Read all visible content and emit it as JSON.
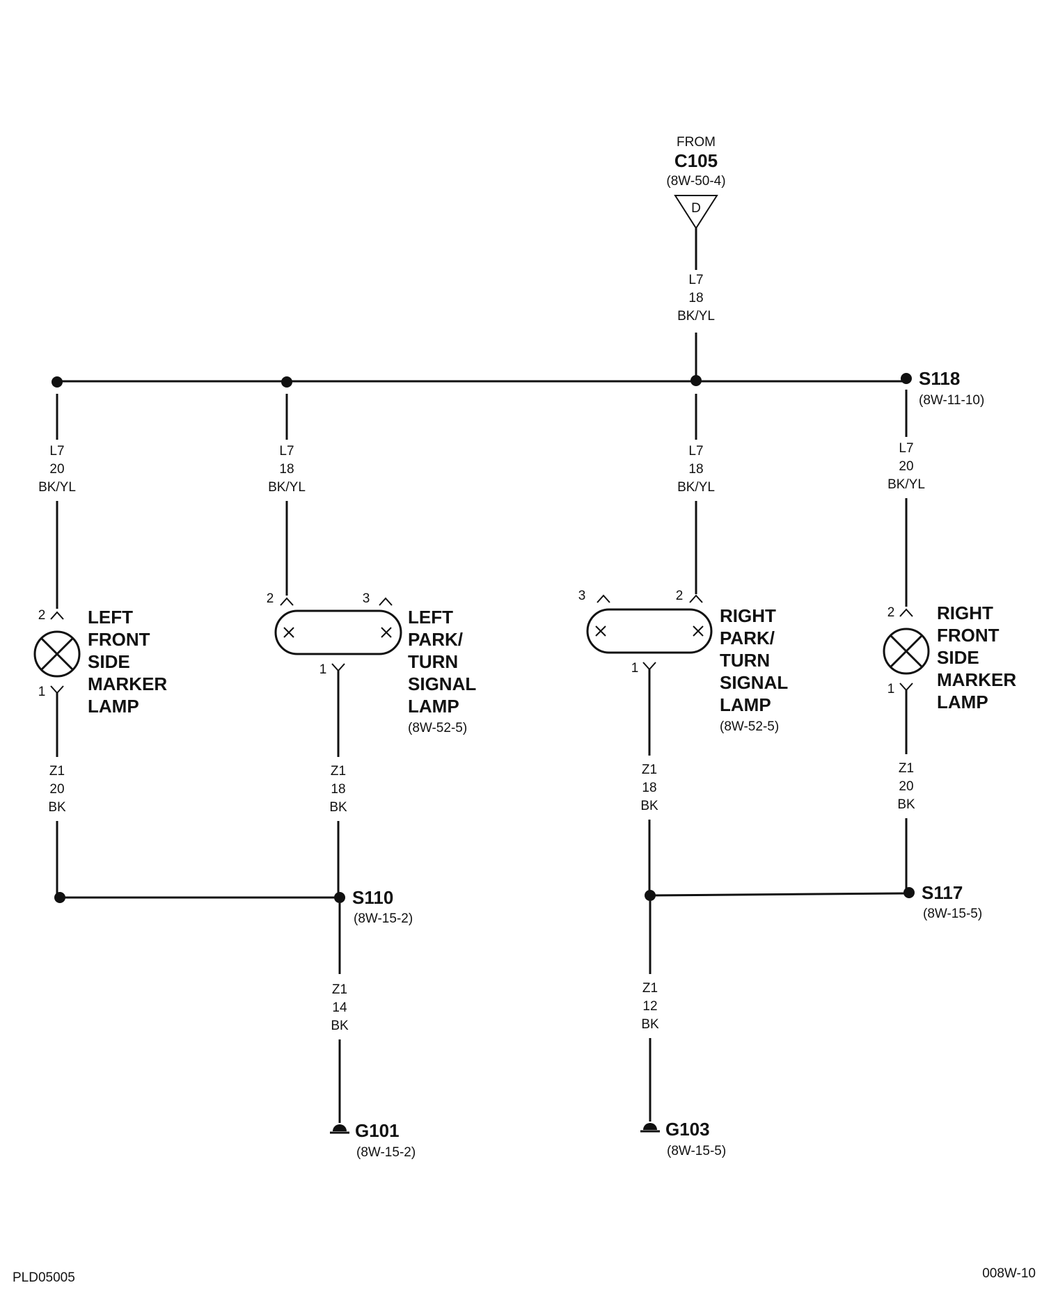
{
  "source": {
    "from": "FROM",
    "connector": "C105",
    "ref": "(8W-50-4)",
    "symbol": "D"
  },
  "wires": {
    "feed": {
      "circuit": "L7",
      "gauge": "18",
      "color": "BK/YL"
    },
    "lf_marker": {
      "circuit": "L7",
      "gauge": "20",
      "color": "BK/YL"
    },
    "lf_park": {
      "circuit": "L7",
      "gauge": "18",
      "color": "BK/YL"
    },
    "rf_park": {
      "circuit": "L7",
      "gauge": "18",
      "color": "BK/YL"
    },
    "rf_marker": {
      "circuit": "L7",
      "gauge": "20",
      "color": "BK/YL"
    },
    "lf_marker_gnd": {
      "circuit": "Z1",
      "gauge": "20",
      "color": "BK"
    },
    "lf_park_gnd": {
      "circuit": "Z1",
      "gauge": "18",
      "color": "BK"
    },
    "rf_park_gnd": {
      "circuit": "Z1",
      "gauge": "18",
      "color": "BK"
    },
    "rf_marker_gnd": {
      "circuit": "Z1",
      "gauge": "20",
      "color": "BK"
    },
    "g101_wire": {
      "circuit": "Z1",
      "gauge": "14",
      "color": "BK"
    },
    "g103_wire": {
      "circuit": "Z1",
      "gauge": "12",
      "color": "BK"
    }
  },
  "splices": {
    "s118": {
      "name": "S118",
      "ref": "(8W-11-10)"
    },
    "s110": {
      "name": "S110",
      "ref": "(8W-15-2)"
    },
    "s117": {
      "name": "S117",
      "ref": "(8W-15-5)"
    }
  },
  "grounds": {
    "g101": {
      "name": "G101",
      "ref": "(8W-15-2)"
    },
    "g103": {
      "name": "G103",
      "ref": "(8W-15-5)"
    }
  },
  "components": {
    "left_marker": {
      "lines": [
        "LEFT",
        "FRONT",
        "SIDE",
        "MARKER",
        "LAMP"
      ],
      "pin_top": "2",
      "pin_bottom": "1"
    },
    "left_park": {
      "lines": [
        "LEFT",
        "PARK/",
        "TURN",
        "SIGNAL",
        "LAMP"
      ],
      "ref": "(8W-52-5)",
      "pin_a": "2",
      "pin_b": "3",
      "pin_bottom": "1"
    },
    "right_park": {
      "lines": [
        "RIGHT",
        "PARK/",
        "TURN",
        "SIGNAL",
        "LAMP"
      ],
      "ref": "(8W-52-5)",
      "pin_a": "3",
      "pin_b": "2",
      "pin_bottom": "1"
    },
    "right_marker": {
      "lines": [
        "RIGHT",
        "FRONT",
        "SIDE",
        "MARKER",
        "LAMP"
      ],
      "pin_top": "2",
      "pin_bottom": "1"
    }
  },
  "footer": {
    "left": "PLD05005",
    "right": "008W-10"
  }
}
